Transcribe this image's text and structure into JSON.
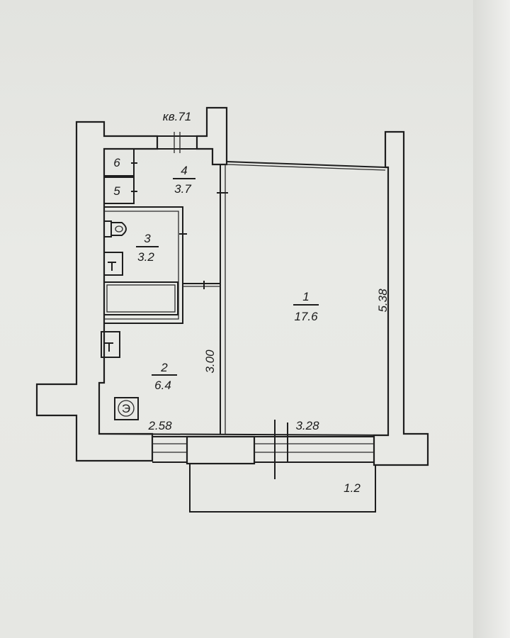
{
  "apartment_label": "кв.71",
  "rooms": [
    {
      "number": "1",
      "area": "17.6"
    },
    {
      "number": "2",
      "area": "6.4"
    },
    {
      "number": "3",
      "area": "3.2"
    },
    {
      "number": "4",
      "area": "3.7"
    },
    {
      "number": "5",
      "area": ""
    },
    {
      "number": "6",
      "area": ""
    }
  ],
  "dimensions": {
    "room1_depth": "5.38",
    "partition_length": "3.00",
    "kitchen_width": "2.58",
    "room1_width": "3.28",
    "balcony_width": "1.2"
  },
  "icons": {
    "stove": "Э"
  }
}
